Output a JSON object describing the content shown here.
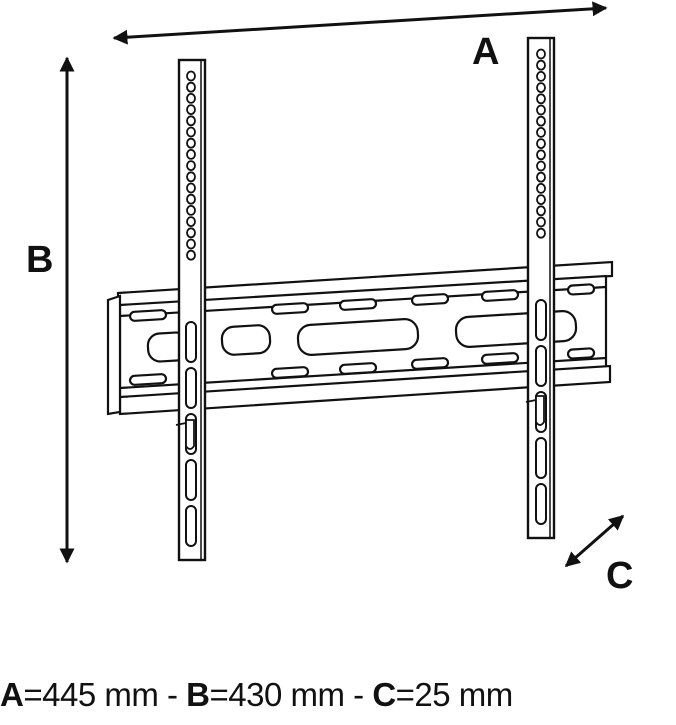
{
  "labels": {
    "a": "A",
    "b": "B",
    "c": "C"
  },
  "caption": {
    "a_key": "A",
    "a_value": "=445 mm",
    "sep1": " - ",
    "b_key": "B",
    "b_value": "=430 mm",
    "sep2": " - ",
    "c_key": "C",
    "c_value": "=25 mm"
  },
  "colors": {
    "line": "#111111",
    "fill": "#ffffff"
  }
}
